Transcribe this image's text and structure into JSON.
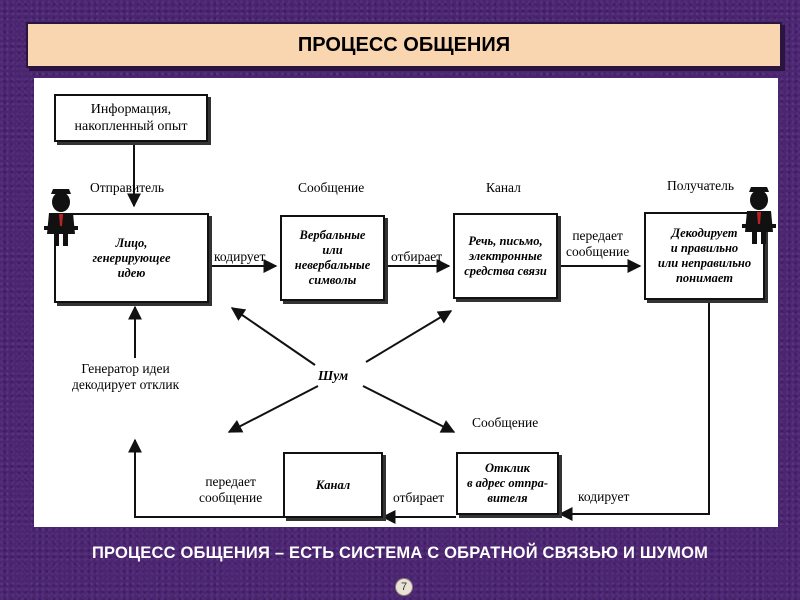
{
  "title": "ПРОЦЕСС ОБЩЕНИЯ",
  "footer": "ПРОЦЕСС ОБЩЕНИЯ – ЕСТЬ СИСТЕМА С ОБРАТНОЙ СВЯЗЬЮ И ШУМОМ",
  "page_number": "7",
  "boxes": {
    "info": "Информация,\nнакопленный опыт",
    "person": "Лицо,\nгенерирующее\nидею",
    "message": "Вербальные\nили\nневербальные\nсимволы",
    "channel": "Речь, письмо,\nэлектронные\nсредства связи",
    "receiver": "Декодирует\nи правильно\nили неправильно\nпонимает",
    "channel_back": "Канал",
    "response": "Отклик\nв адрес отпра-\nвителя"
  },
  "labels": {
    "sender": "Отправитель",
    "message": "Сообщение",
    "channel": "Канал",
    "receiver": "Получатель",
    "encodes": "кодирует",
    "selects": "отбирает",
    "transmits": "передает\nсообщение",
    "noise": "Шум",
    "generator": "Генератор идеи\nдекодирует отклик",
    "message_back": "Сообщение",
    "transmits_back": "передает\nсообщение",
    "selects_back": "отбирает",
    "encodes_back": "кодирует"
  },
  "colors": {
    "background": "#4b2472",
    "title_bar": "#f9d6b0",
    "panel": "#ffffff"
  },
  "icons": [
    "sender-person-icon",
    "receiver-person-icon"
  ]
}
